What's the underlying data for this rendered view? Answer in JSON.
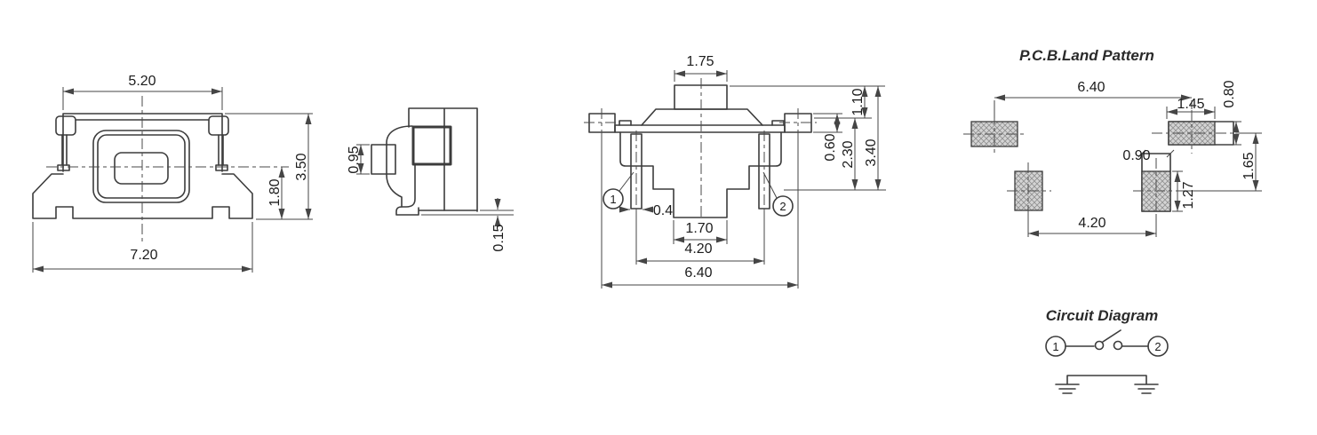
{
  "views": {
    "top": {
      "dims": {
        "width_top": "5.20",
        "width_bottom": "7.20",
        "height_total": "3.50",
        "height_lower": "1.80"
      }
    },
    "side": {
      "dims": {
        "stem": "0.95",
        "standoff": "0.15"
      }
    },
    "front": {
      "dims": {
        "stem_width": "1.75",
        "stem_protrusion": "1.10",
        "tab_height": "0.60",
        "body_height": "2.30",
        "total_height": "3.40",
        "lead_width": "0.4",
        "span_inner": "1.70",
        "span_leads": "4.20",
        "span_outer": "6.40"
      },
      "pins": {
        "p1": "1",
        "p2": "2"
      }
    },
    "pcb": {
      "title": "P.C.B.Land Pattern",
      "dims": {
        "span_x": "6.40",
        "pad_width": "1.45",
        "pad_height": "0.80",
        "row_pitch": "1.65",
        "pad2_width": "0.90",
        "pad2_height": "1.27",
        "span_bottom": "4.20"
      }
    },
    "circuit": {
      "title": "Circuit Diagram",
      "pins": {
        "p1": "1",
        "p2": "2"
      }
    }
  },
  "colors": {
    "line": "#3c3c3c",
    "dimension": "#454545",
    "text": "#1c1c1c",
    "pad_fill": "#d4d4d4",
    "pad_hatch": "#909090",
    "background": "#ffffff"
  }
}
